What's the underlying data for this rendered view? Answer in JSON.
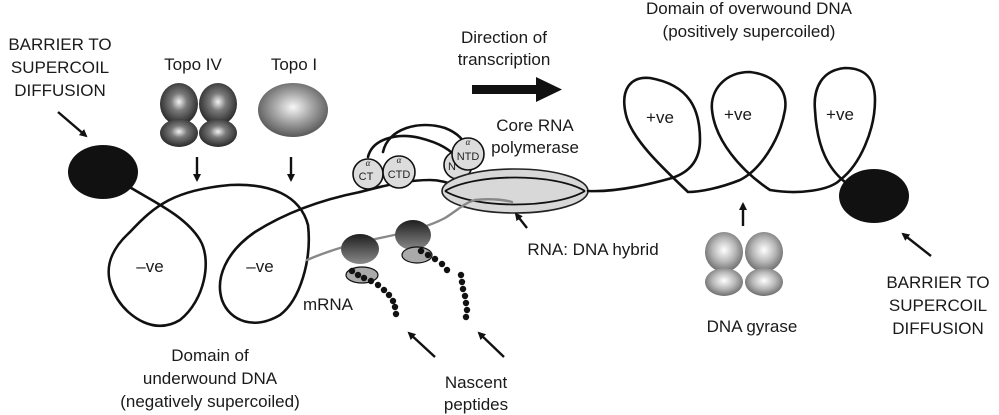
{
  "figure": {
    "type": "schematic",
    "subject": "Transcription-coupled DNA supercoiling (twin-domain model)"
  },
  "labels": {
    "barrier_left": [
      "BARRIER TO",
      "SUPERCOIL",
      "DIFFUSION"
    ],
    "barrier_right": [
      "BARRIER TO",
      "SUPERCOIL",
      "DIFFUSION"
    ],
    "topo_iv": "Topo IV",
    "topo_i": "Topo I",
    "direction": [
      "Direction of",
      "transcription"
    ],
    "core_rnap": [
      "Core RNA",
      "polymerase"
    ],
    "overwound_domain": [
      "Domain of overwound DNA",
      "(positively supercoiled)"
    ],
    "underwound_domain": [
      "Domain of",
      "underwound DNA",
      "(negatively supercoiled)"
    ],
    "rna_dna_hybrid": "RNA: DNA hybrid",
    "mrna": "mRNA",
    "nascent_peptides": [
      "Nascent",
      "peptides"
    ],
    "dna_gyrase": "DNA gyrase",
    "negative_loop": "–ve",
    "positive_loop": "+ve",
    "alpha": "α",
    "ctd": "CTD",
    "ctd_partial": "CT",
    "ntd": "NTD",
    "ntd_partial": "N"
  },
  "counts": {
    "negative_loops": 2,
    "positive_loops": 3,
    "ribosomes": 2
  },
  "colors": {
    "ink": "#111111",
    "rnap_fill": "#d8d8d8",
    "subunit_fill": "#dcdcdc",
    "mrna": "#888888",
    "barrier": "#111111"
  }
}
